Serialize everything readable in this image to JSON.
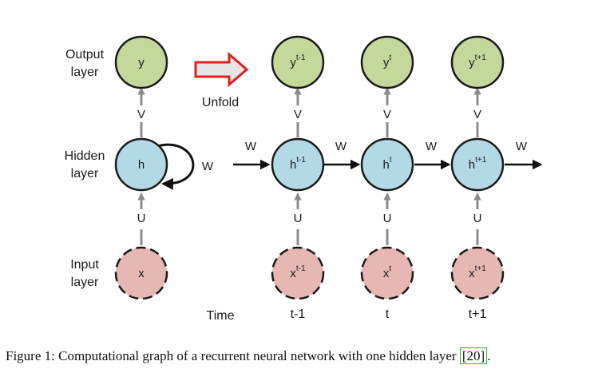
{
  "labels": {
    "output_layer": [
      "Output",
      "layer"
    ],
    "hidden_layer": [
      "Hidden",
      "layer"
    ],
    "input_layer": [
      "Input",
      "layer"
    ],
    "unfold": "Unfold",
    "time": "Time"
  },
  "folded": {
    "output": "y",
    "hidden": "h",
    "input": "x",
    "V": "V",
    "U": "U",
    "W": "W"
  },
  "unfolded": {
    "W_labels": [
      "W",
      "W",
      "W",
      "W"
    ],
    "steps": [
      {
        "y": "y",
        "y_sup": "t-1",
        "h": "h",
        "h_sup": "t-1",
        "x": "x",
        "x_sup": "t-1",
        "V": "V",
        "U": "U",
        "time": "t-1"
      },
      {
        "y": "y",
        "y_sup": "t",
        "h": "h",
        "h_sup": "t",
        "x": "x",
        "x_sup": "t",
        "V": "V",
        "U": "U",
        "time": "t"
      },
      {
        "y": "y",
        "y_sup": "t+1",
        "h": "h",
        "h_sup": "t+1",
        "x": "x",
        "x_sup": "t+1",
        "V": "V",
        "U": "U",
        "time": "t+1"
      }
    ]
  },
  "caption": {
    "prefix": "Figure 1: Computational graph of a recurrent neural network with one hidden layer ",
    "ref": "[20]",
    "suffix": "."
  },
  "colors": {
    "output_fill": "#c5d89c",
    "hidden_fill": "#b4d9e6",
    "input_fill": "#e7b7b4",
    "node_stroke": "#1a1a1a",
    "gray_arrow": "#8c8c8c",
    "unfold_arrow": "#e02020",
    "unfold_fill": "#e6e6e6",
    "ref_box": "#22bb22"
  }
}
